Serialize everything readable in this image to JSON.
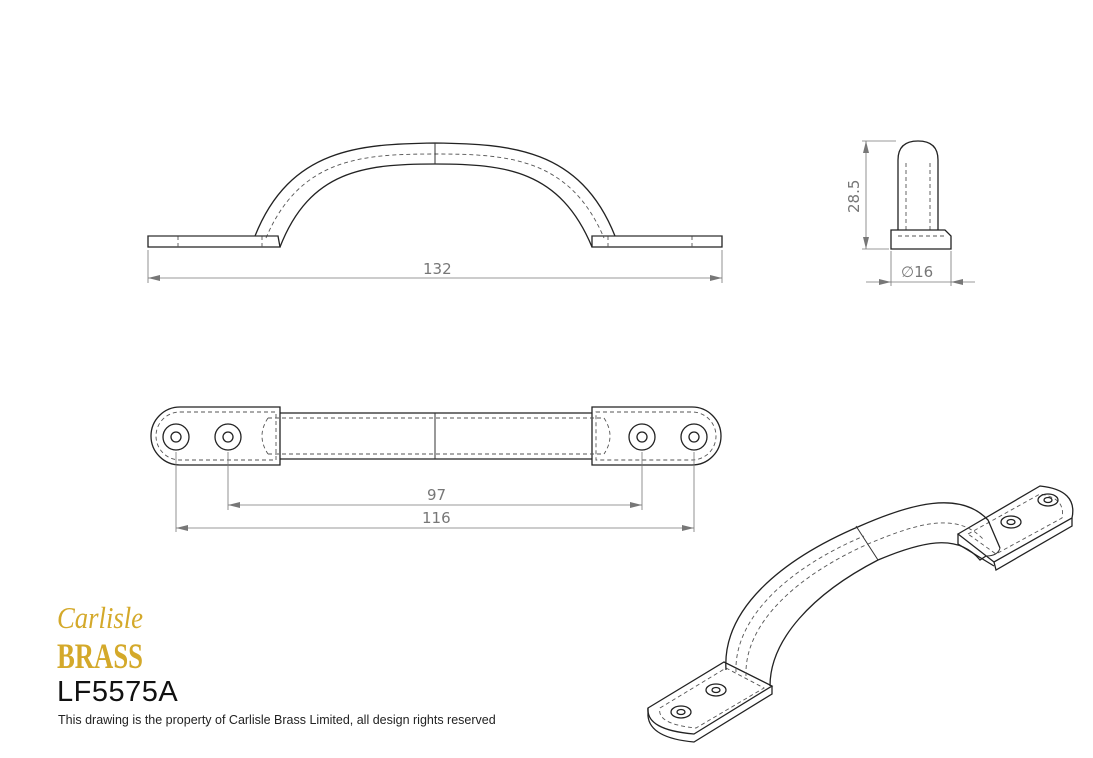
{
  "brand": {
    "logo_line1": "Carlisle",
    "logo_line2": "BRASS",
    "gold_color": "#d4a92a"
  },
  "product": {
    "code": "LF5575A",
    "notice": "This drawing is the property of Carlisle Brass Limited, all design rights reserved"
  },
  "dimensions": {
    "overall_length": "132",
    "height": "28.5",
    "base_diameter": "∅16",
    "inner_centres": "97",
    "outer_centres": "116"
  }
}
